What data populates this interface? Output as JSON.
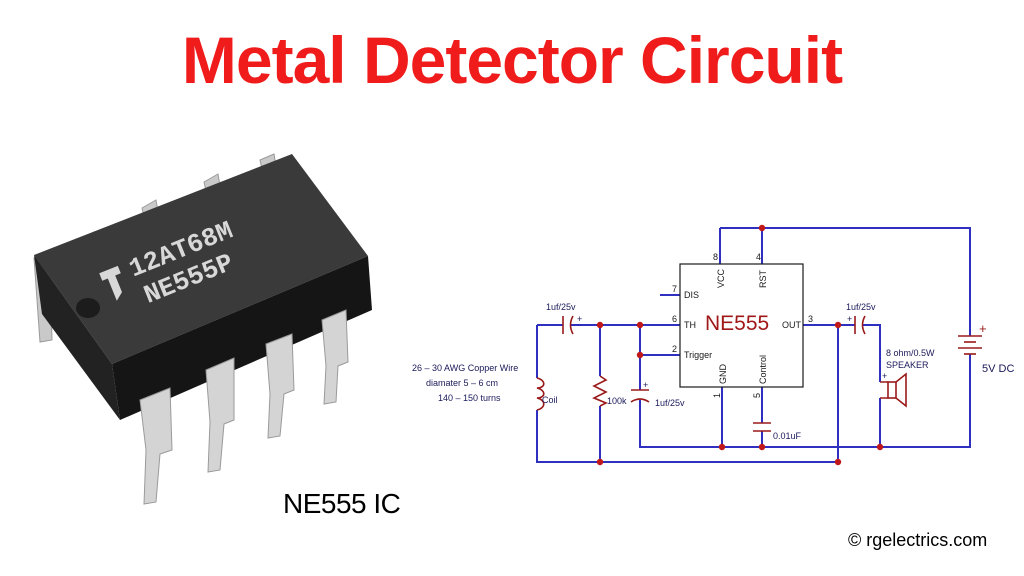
{
  "title": "Metal Detector Circuit",
  "chip_image": {
    "caption": "NE555 IC",
    "marking_line1": "12AT68M",
    "marking_line2": "NE555P"
  },
  "copyright": "© rgelectrics.com",
  "colors": {
    "title": "#f01c1c",
    "wire": "#3030c0",
    "component": "#9a1a1a",
    "node": "#c01818",
    "ic_label": "#a01818"
  },
  "schematic": {
    "ic_name": "NE555",
    "pins": {
      "p7_num": "7",
      "p7_name": "DIS",
      "p6_num": "6",
      "p6_name": "TH",
      "p2_num": "2",
      "p2_name": "Trigger",
      "p8_num": "8",
      "p8_name": "VCC",
      "p4_num": "4",
      "p4_name": "RST",
      "p3_num": "3",
      "p3_name": "OUT",
      "p1_num": "1",
      "p1_name": "GND",
      "p5_num": "5",
      "p5_name": "Control"
    },
    "components": {
      "cap_in": "1uf/25v",
      "cap_out": "1uf/25v",
      "cap_th": "1uf/25v",
      "cap_ctrl": "0.01uF",
      "resistor": "100k",
      "coil": "Coil",
      "speaker_line1": "8 ohm/0.5W",
      "speaker_line2": "SPEAKER",
      "battery": "5V DC",
      "plus": "+"
    },
    "coil_note": [
      "26 –  30 AWG Copper Wire",
      "diamater 5 –  6 cm",
      "140 –  150 turns"
    ]
  }
}
